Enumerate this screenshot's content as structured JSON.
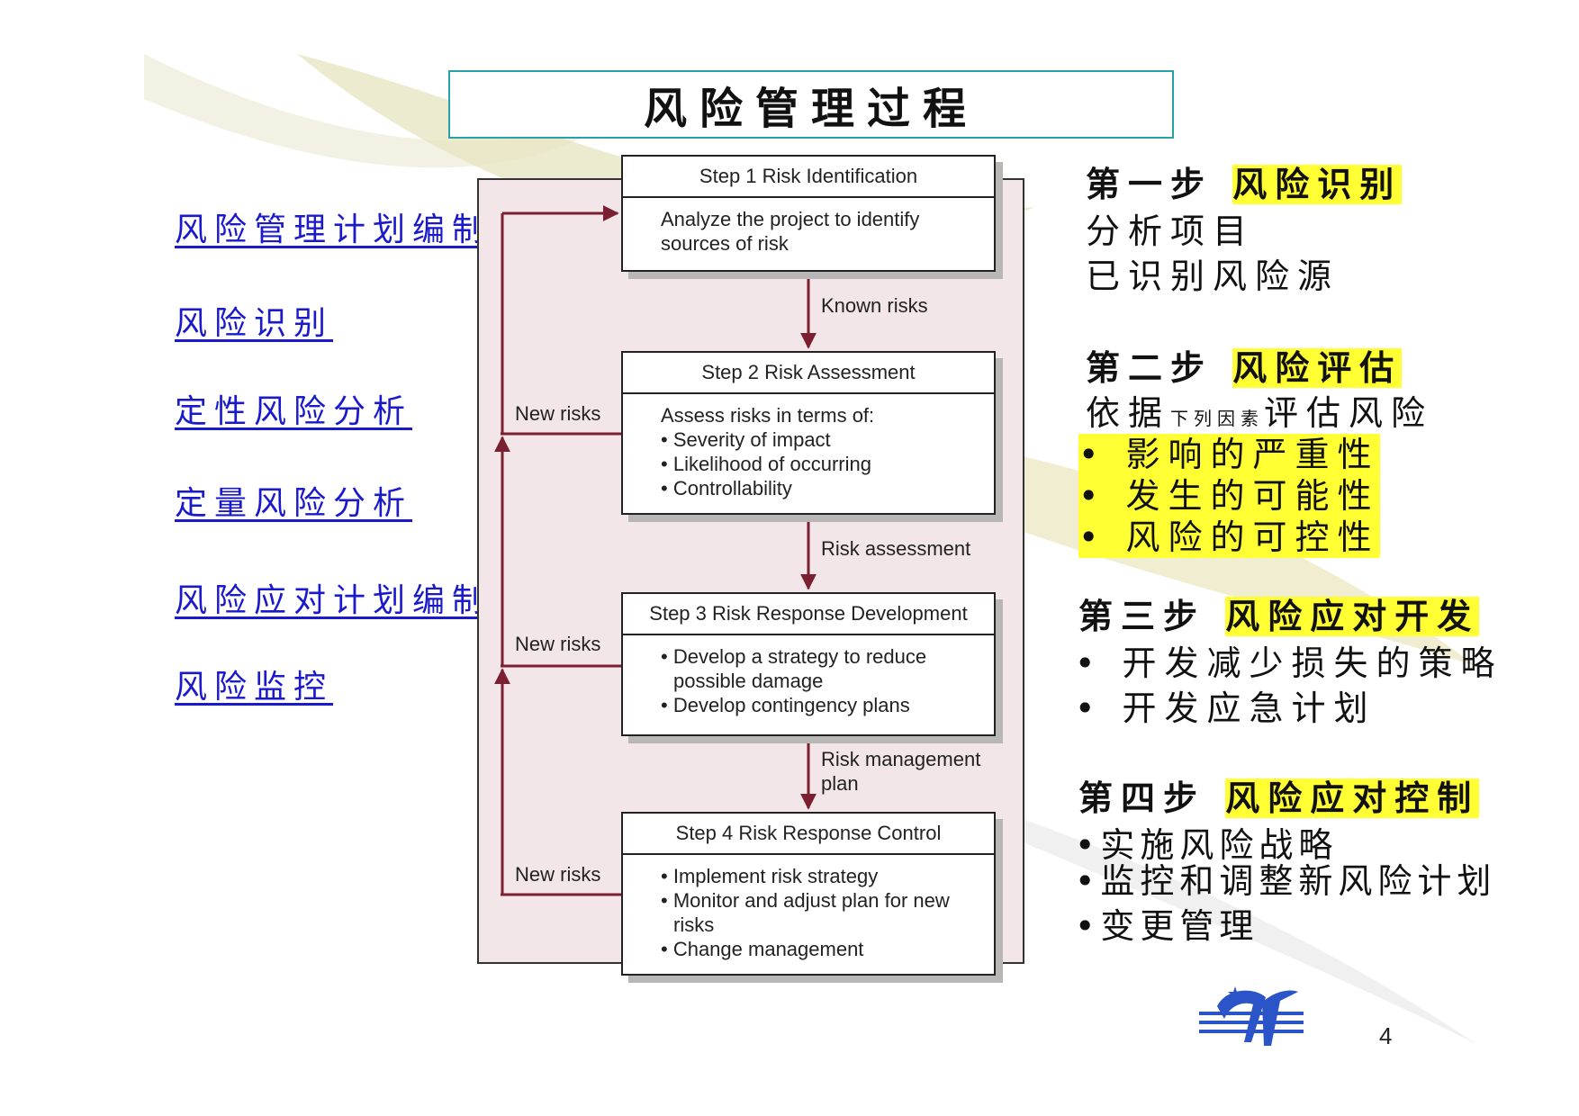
{
  "title": "风险管理过程",
  "nav": [
    "风险管理计划编制",
    "风险识别",
    "定性风险分析",
    "定量风险分析",
    "风险应对计划编制",
    "风险监控"
  ],
  "diagram": {
    "steps": [
      {
        "title": "Step 1 Risk Identification",
        "body": [
          "Analyze the project to identify",
          "sources of risk"
        ]
      },
      {
        "title": "Step 2 Risk Assessment",
        "intro": "Assess risks in terms of:",
        "bullets": [
          "Severity of impact",
          "Likelihood of occurring",
          "Controllability"
        ]
      },
      {
        "title": "Step 3 Risk Response Development",
        "bullets": [
          "Develop a strategy to reduce possible damage",
          "Develop contingency plans"
        ]
      },
      {
        "title": "Step 4 Risk Response Control",
        "bullets": [
          "Implement risk strategy",
          "Monitor and adjust plan for new risks",
          "Change management"
        ]
      }
    ],
    "flows": [
      "Known risks",
      "Risk assessment",
      "Risk management",
      "plan"
    ],
    "feedback": [
      "New risks",
      "New risks",
      "New risks"
    ]
  },
  "right": {
    "s1_prefix": "第一步",
    "s1_hl": "风险识别",
    "s1_l1": "分析项目",
    "s1_l2": "已识别风险源",
    "s2_prefix": "第二步",
    "s2_hl": "风险评估",
    "s2_l1a": "依据",
    "s2_l1b": "下列因素",
    "s2_l1c": "评估风险",
    "s2_bullets": [
      "• 影响的严重性",
      "• 发生的可能性",
      "• 风险的可控性"
    ],
    "s3_prefix": "第三步",
    "s3_hl": "风险应对开发",
    "s3_bullets": [
      "• 开发减少损失的策略",
      "• 开发应急计划"
    ],
    "s4_prefix": "第四步",
    "s4_hl": "风险应对控制",
    "s4_bullets": [
      "•实施风险战略",
      "•监控和调整新风险计划",
      "•变更管理"
    ]
  },
  "page_number": "4",
  "colors": {
    "link": "#1a1acc",
    "highlight": "#ffff33",
    "arrow": "#7a2030",
    "frame": "#f3e6e8",
    "title_border": "#2aa0a8"
  }
}
